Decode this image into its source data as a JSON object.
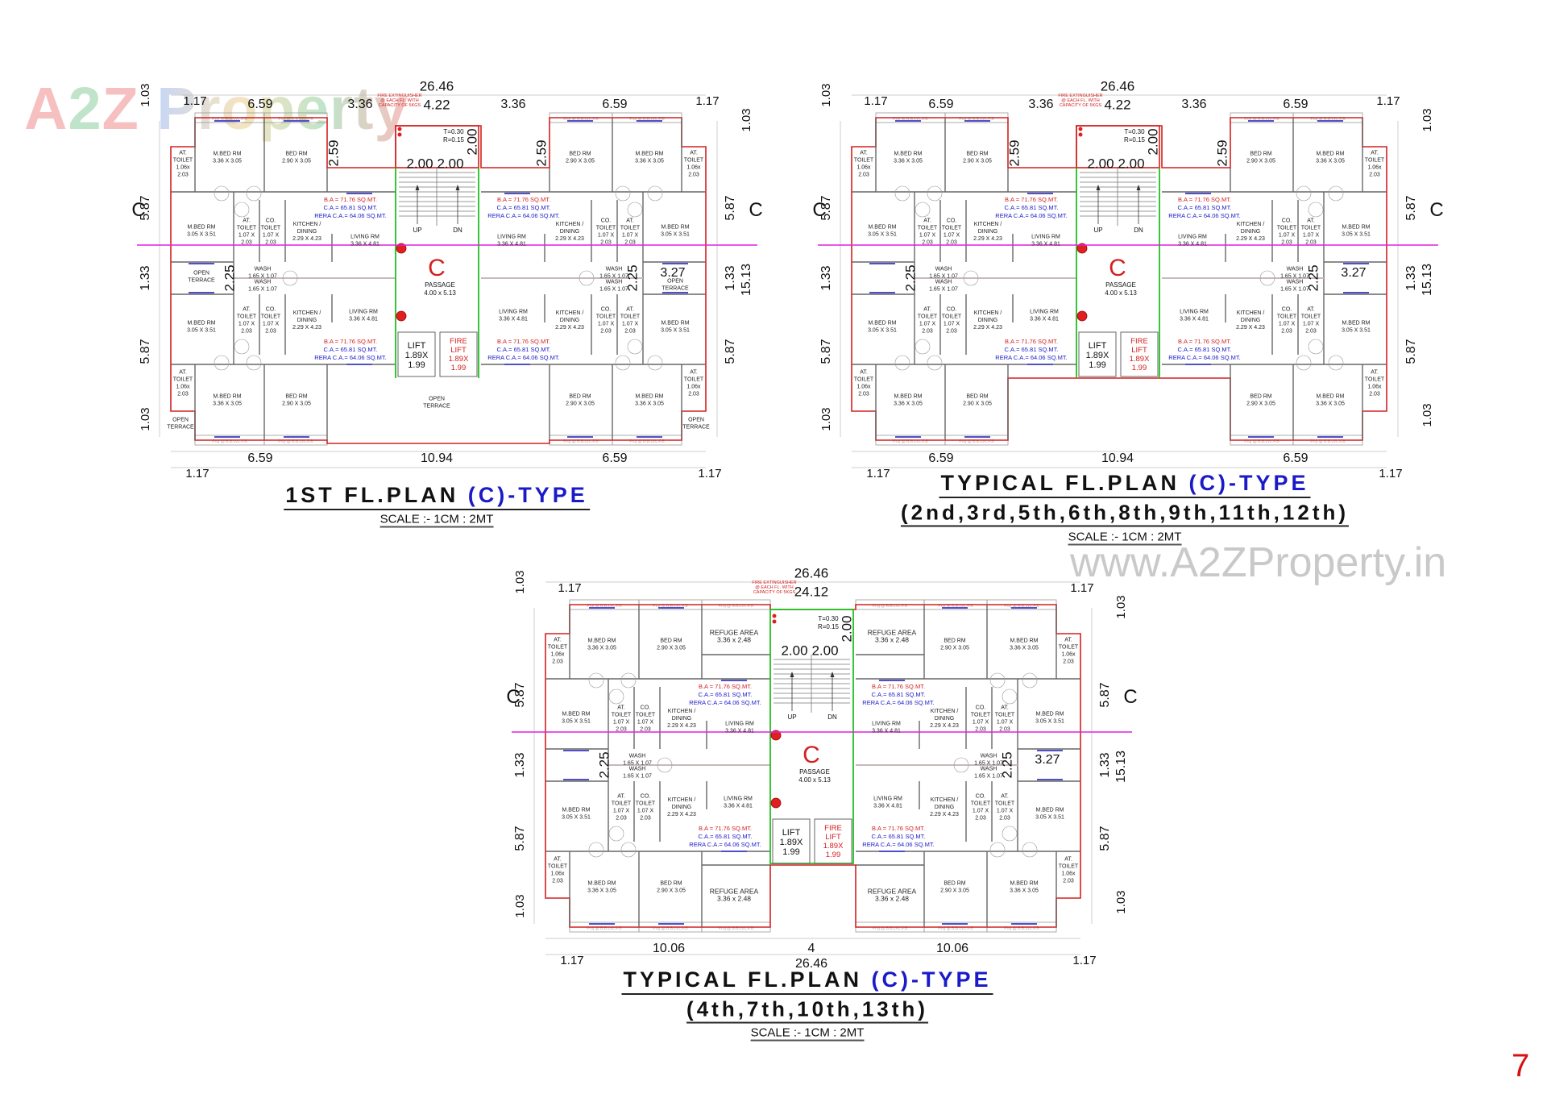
{
  "logo": {
    "a": "A",
    "two": "2",
    "z": "Z",
    "word": "Property"
  },
  "website": "www.A2ZProperty.in",
  "page_number": "7",
  "colors": {
    "wall_red": "#d42020",
    "stair_green": "#22c022",
    "section_line": "#e020e0",
    "title_blue": "#1a1ac8",
    "area_red": "#d42020",
    "area_blue": "#1a1ac8"
  },
  "section_marker": "C",
  "proj_label": "Proj @ B.B.LVL.F.B",
  "fire_note": [
    "FIRE EXTINGUISHER",
    "@ EACH FL. WITH",
    "CAPACITY OF 5KGS"
  ],
  "stair": {
    "tread": "T=0.30",
    "riser": "R=0.15",
    "up": "UP",
    "dn": "DN"
  },
  "core": {
    "letter": "C",
    "passage": "PASSAGE",
    "passage_dims": "4.00 x 5.13",
    "lift": [
      "LIFT",
      "1.89X",
      "1.99"
    ],
    "fire_lift": [
      "FIRE",
      "LIFT",
      "1.89X",
      "1.99"
    ]
  },
  "area": {
    "ba": "B.A = 71.76 SQ.MT.",
    "ca": "C.A.= 65.81 SQ.MT.",
    "rera": "RERA C.A.= 64.06 SQ.MT."
  },
  "rooms": {
    "tl_toilet": [
      "AT.",
      "TOILET",
      "1.06x",
      "2.03"
    ],
    "tl_mbed": [
      "M.BED RM",
      "3.36 X 3.05"
    ],
    "tl_bed": [
      "BED RM",
      "2.90 X 3.05"
    ],
    "tr_bed": [
      "BED RM",
      "2.90 X 3.05"
    ],
    "tr_mbed": [
      "M.BED RM",
      "3.36 X 3.05"
    ],
    "tr_toilet": [
      "AT.",
      "TOILET",
      "1.06x",
      "2.03"
    ],
    "ul_mbed": [
      "M.BED RM",
      "3.05 X 3.51"
    ],
    "ul_attoilet": [
      "AT.",
      "TOILET",
      "1.07 X",
      "2.03"
    ],
    "ul_cotoilet": [
      "CO.",
      "TOILET",
      "1.07 X",
      "2.03"
    ],
    "ul_kitchen": [
      "KITCHEN /",
      "DINING",
      "2.29 X 4.23"
    ],
    "ul_living": [
      "LIVING RM",
      "3.36 X 4.81"
    ],
    "ur_living": [
      "LIVING RM",
      "3.36 X 4.81"
    ],
    "ur_kitchen": [
      "KITCHEN /",
      "DINING",
      "2.29 X 4.23"
    ],
    "ur_cotoilet": [
      "CO.",
      "TOILET",
      "1.07 X",
      "2.03"
    ],
    "ur_attoilet": [
      "AT.",
      "TOILET",
      "1.07 X",
      "2.03"
    ],
    "ur_mbed": [
      "M.BED RM",
      "3.05 X 3.51"
    ],
    "ml_wash1": [
      "WASH",
      "1.65 X 1.07"
    ],
    "ml_wash2": [
      "WASH",
      "1.65 X 1.07"
    ],
    "mr_wash1": [
      "WASH",
      "1.65 X 1.07"
    ],
    "mr_wash2": [
      "WASH",
      "1.65 X 1.07"
    ],
    "ll_mbed": [
      "M.BED RM",
      "3.05 X 3.51"
    ],
    "ll_attoilet": [
      "AT.",
      "TOILET",
      "1.07 X",
      "2.03"
    ],
    "ll_cotoilet": [
      "CO.",
      "TOILET",
      "1.07 X",
      "2.03"
    ],
    "ll_kitchen": [
      "KITCHEN /",
      "DINING",
      "2.29 X 4.23"
    ],
    "ll_living": [
      "LIVING RM",
      "3.36 X 4.81"
    ],
    "lr_living": [
      "LIVING RM",
      "3.36 X 4.81"
    ],
    "lr_kitchen": [
      "KITCHEN /",
      "DINING",
      "2.29 X 4.23"
    ],
    "lr_cotoilet": [
      "CO.",
      "TOILET",
      "1.07 X",
      "2.03"
    ],
    "lr_attoilet": [
      "AT.",
      "TOILET",
      "1.07 X",
      "2.03"
    ],
    "lr_mbed": [
      "M.BED RM",
      "3.05 X 3.51"
    ],
    "bl_toilet": [
      "AT.",
      "TOILET",
      "1.06x",
      "2.03"
    ],
    "bl_mbed": [
      "M.BED RM",
      "3.36 X 3.05"
    ],
    "bl_bed": [
      "BED RM",
      "2.90 X 3.05"
    ],
    "br_bed": [
      "BED RM",
      "2.90 X 3.05"
    ],
    "br_mbed": [
      "M.BED RM",
      "3.36 X 3.05"
    ],
    "br_toilet": [
      "AT.",
      "TOILET",
      "1.06x",
      "2.03"
    ]
  },
  "plans": [
    {
      "title": "1ST FL.PLAN ",
      "title_type": "(C)-TYPE",
      "scale": "SCALE :- 1CM : 2MT",
      "extra_rooms": {
        "ml_terrace": [
          "OPEN",
          "TERRACE"
        ],
        "mr_terrace": [
          "OPEN",
          "TERRACE"
        ],
        "bc_terrace": [
          "OPEN",
          "TERRACE"
        ],
        "bl_smallterrace": [
          "OPEN",
          "TERRACE"
        ],
        "br_smallterrace": [
          "OPEN",
          "TERRACE"
        ]
      },
      "dims": {
        "overall": "26.46",
        "top_117_l": "1.17",
        "top_659_l": "6.59",
        "top_336_l": "3.36",
        "top_mid": "4.22",
        "top_336_r": "3.36",
        "top_659_r": "6.59",
        "top_117_r": "1.17",
        "left_103_t": "1.03",
        "left_587_t": "5.87",
        "left_133": "1.33",
        "left_587_b": "5.87",
        "left_103_b": "1.03",
        "right_103_t": "1.03",
        "right_587_t": "5.87",
        "right_133": "1.33",
        "right_total": "15.13",
        "right_587_b": "5.87",
        "bot_l": "6.59",
        "bot_c": "10.94",
        "bot_r": "6.59",
        "bot_117_l": "1.17",
        "bot_117_r": "1.17",
        "stair_w1": "2.00",
        "stair_w2": "2.00",
        "stair_h": "2.00",
        "d259_l": "2.59",
        "d259_r": "2.59",
        "d225_l": "2.25",
        "d225_r": "2.25",
        "d327": "3.27"
      }
    },
    {
      "title": "TYPICAL FL.PLAN ",
      "title_type": "(C)-TYPE",
      "subtitle": "(2nd,3rd,5th,6th,8th,9th,11th,12th)",
      "scale": "SCALE :- 1CM : 2MT",
      "extra_rooms": {},
      "dims": {
        "overall": "26.46",
        "top_117_l": "1.17",
        "top_659_l": "6.59",
        "top_336_l": "3.36",
        "top_mid": "4.22",
        "top_336_r": "3.36",
        "top_659_r": "6.59",
        "top_117_r": "1.17",
        "left_103_t": "1.03",
        "left_587_t": "5.87",
        "left_133": "1.33",
        "left_587_b": "5.87",
        "left_103_b": "1.03",
        "right_103_t": "1.03",
        "right_587_t": "5.87",
        "right_133": "1.33",
        "right_total": "15.13",
        "right_587_b": "5.87",
        "right_103_b": "1.03",
        "bot_l": "6.59",
        "bot_c": "10.94",
        "bot_r": "6.59",
        "bot_117_l": "1.17",
        "bot_117_r": "1.17",
        "stair_w1": "2.00",
        "stair_w2": "2.00",
        "stair_h": "2.00",
        "d259_l": "2.59",
        "d259_r": "2.59",
        "d225_l": "2.25",
        "d225_r": "2.25",
        "d327": "3.27"
      }
    },
    {
      "title": "TYPICAL FL.PLAN ",
      "title_type": "(C)-TYPE",
      "subtitle": "(4th,7th,10th,13th)",
      "scale": "SCALE :- 1CM : 2MT",
      "extra_rooms": {
        "tl_refuge": [
          "REFUGE AREA",
          "3.36 x 2.48"
        ],
        "tr_refuge": [
          "REFUGE AREA",
          "3.36 x 2.48"
        ],
        "bl_refuge": [
          "REFUGE AREA",
          "3.36 x 2.48"
        ],
        "br_refuge": [
          "REFUGE AREA",
          "3.36 x 2.48"
        ]
      },
      "dims": {
        "overall": "26.46",
        "top_mid": "24.12",
        "top_117_l": "1.17",
        "top_117_r": "1.17",
        "left_103_t": "1.03",
        "left_587_t": "5.87",
        "left_133": "1.33",
        "left_587_b": "5.87",
        "left_103_b": "1.03",
        "right_103_t": "1.03",
        "right_587_t": "5.87",
        "right_133": "1.33",
        "right_total": "15.13",
        "right_587_b": "5.87",
        "right_103_b": "1.03",
        "bot_l3": "10.06",
        "bot_c3": "4",
        "bot_r3": "10.06",
        "bot_117_l": "1.17",
        "bot_117_r": "1.17",
        "bot_total": "26.46",
        "stair_w1": "2.00",
        "stair_w2": "2.00",
        "stair_h": "2.00",
        "d225_l": "2.25",
        "d225_r": "2.25",
        "d327": "3.27"
      }
    }
  ]
}
